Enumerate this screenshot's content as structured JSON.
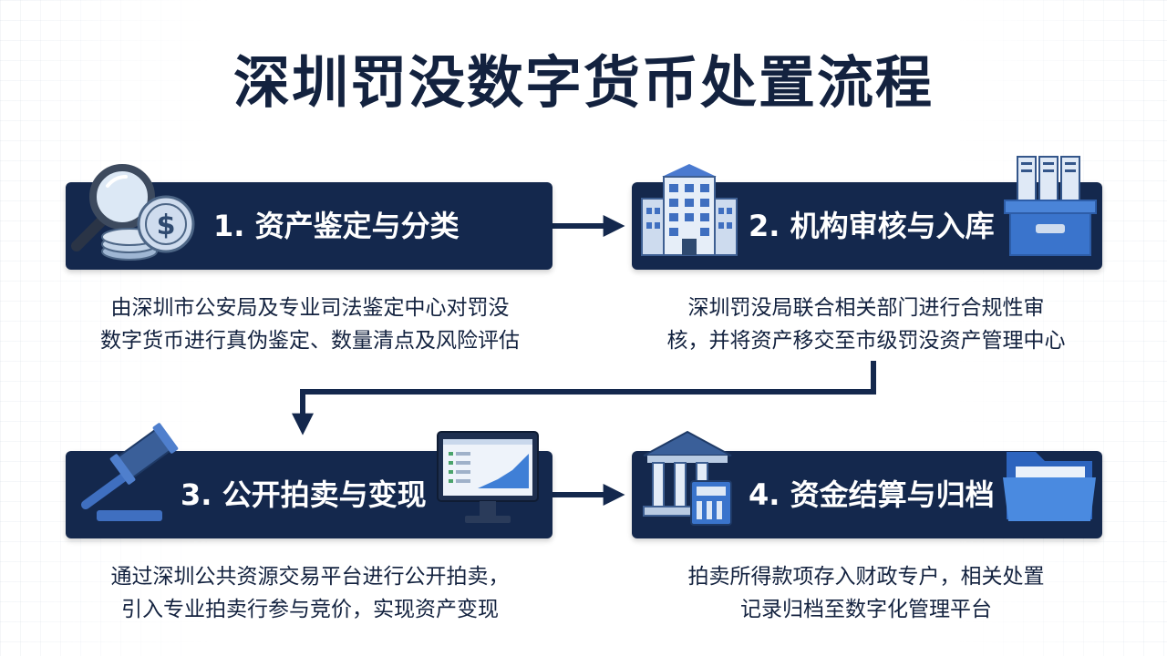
{
  "title": "深圳罚没数字货币处置流程",
  "steps": [
    {
      "label": "1. 资产鉴定与分类",
      "desc_line1": "由深圳市公安局及专业司法鉴定中心对罚没",
      "desc_line2": "数字货币进行真伪鉴定、数量清点及风险评估"
    },
    {
      "label": "2. 机构审核与入库",
      "desc_line1": "深圳罚没局联合相关部门进行合规性审",
      "desc_line2": "核，并将资产移交至市级罚没资产管理中心"
    },
    {
      "label": "3. 公开拍卖与变现",
      "desc_line1": "通过深圳公共资源交易平台进行公开拍卖，",
      "desc_line2": "引入专业拍卖行参与竞价，实现资产变现"
    },
    {
      "label": "4. 资金结算与归档",
      "desc_line1": "拍卖所得款项存入财政专户，相关处置",
      "desc_line2": "记录归档至数字化管理平台"
    }
  ],
  "colors": {
    "navy": "#14284d",
    "accent_blue": "#2f6bc7",
    "text": "#13223f"
  },
  "icons": [
    "magnifier-coin-icon",
    "office-building-icon",
    "file-box-icon",
    "gavel-icon",
    "chart-monitor-icon",
    "bank-icon",
    "folder-icon"
  ]
}
